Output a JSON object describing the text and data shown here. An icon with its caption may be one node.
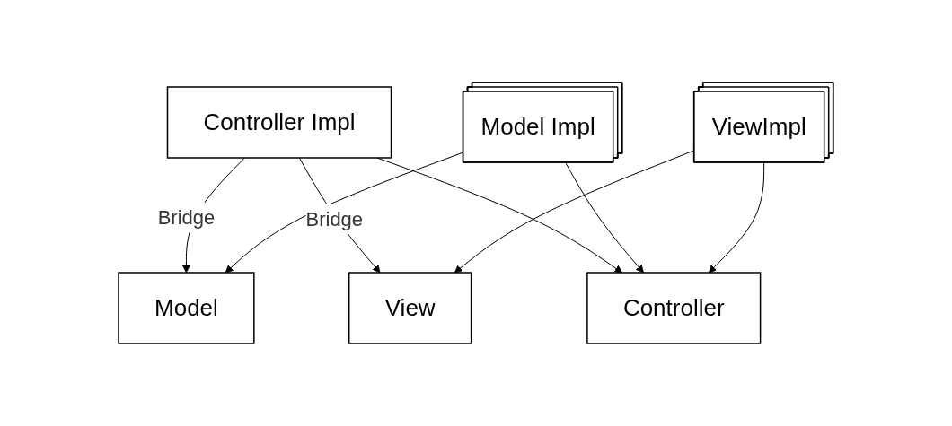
{
  "diagram": {
    "nodes": [
      {
        "text": [
          "Model"
        ]
      },
      {
        "text": [
          "Controller Impl"
        ]
      },
      {
        "text": [
          "View"
        ]
      },
      {
        "text": [
          "Model Impl"
        ]
      },
      {
        "text": [
          "Controller"
        ]
      },
      {
        "text": [
          "ViewImpl"
        ]
      }
    ],
    "edges": [
      {
        "from": 1,
        "to": 0,
        "arrow": "to",
        "label": "Bridge"
      },
      {
        "from": 1,
        "to": 2,
        "arrow": "to",
        "label": "Bridge"
      },
      {
        "from": 1,
        "to": 4,
        "arrow": "to"
      },
      {
        "from": 3,
        "to": 0,
        "arrow": "to"
      },
      {
        "from": 3,
        "to": 4,
        "arrow": "to"
      },
      {
        "from": 5,
        "to": 4,
        "arrow": "to"
      },
      {
        "from": 5,
        "to": 2,
        "arrow": "to"
      }
    ]
  }
}
